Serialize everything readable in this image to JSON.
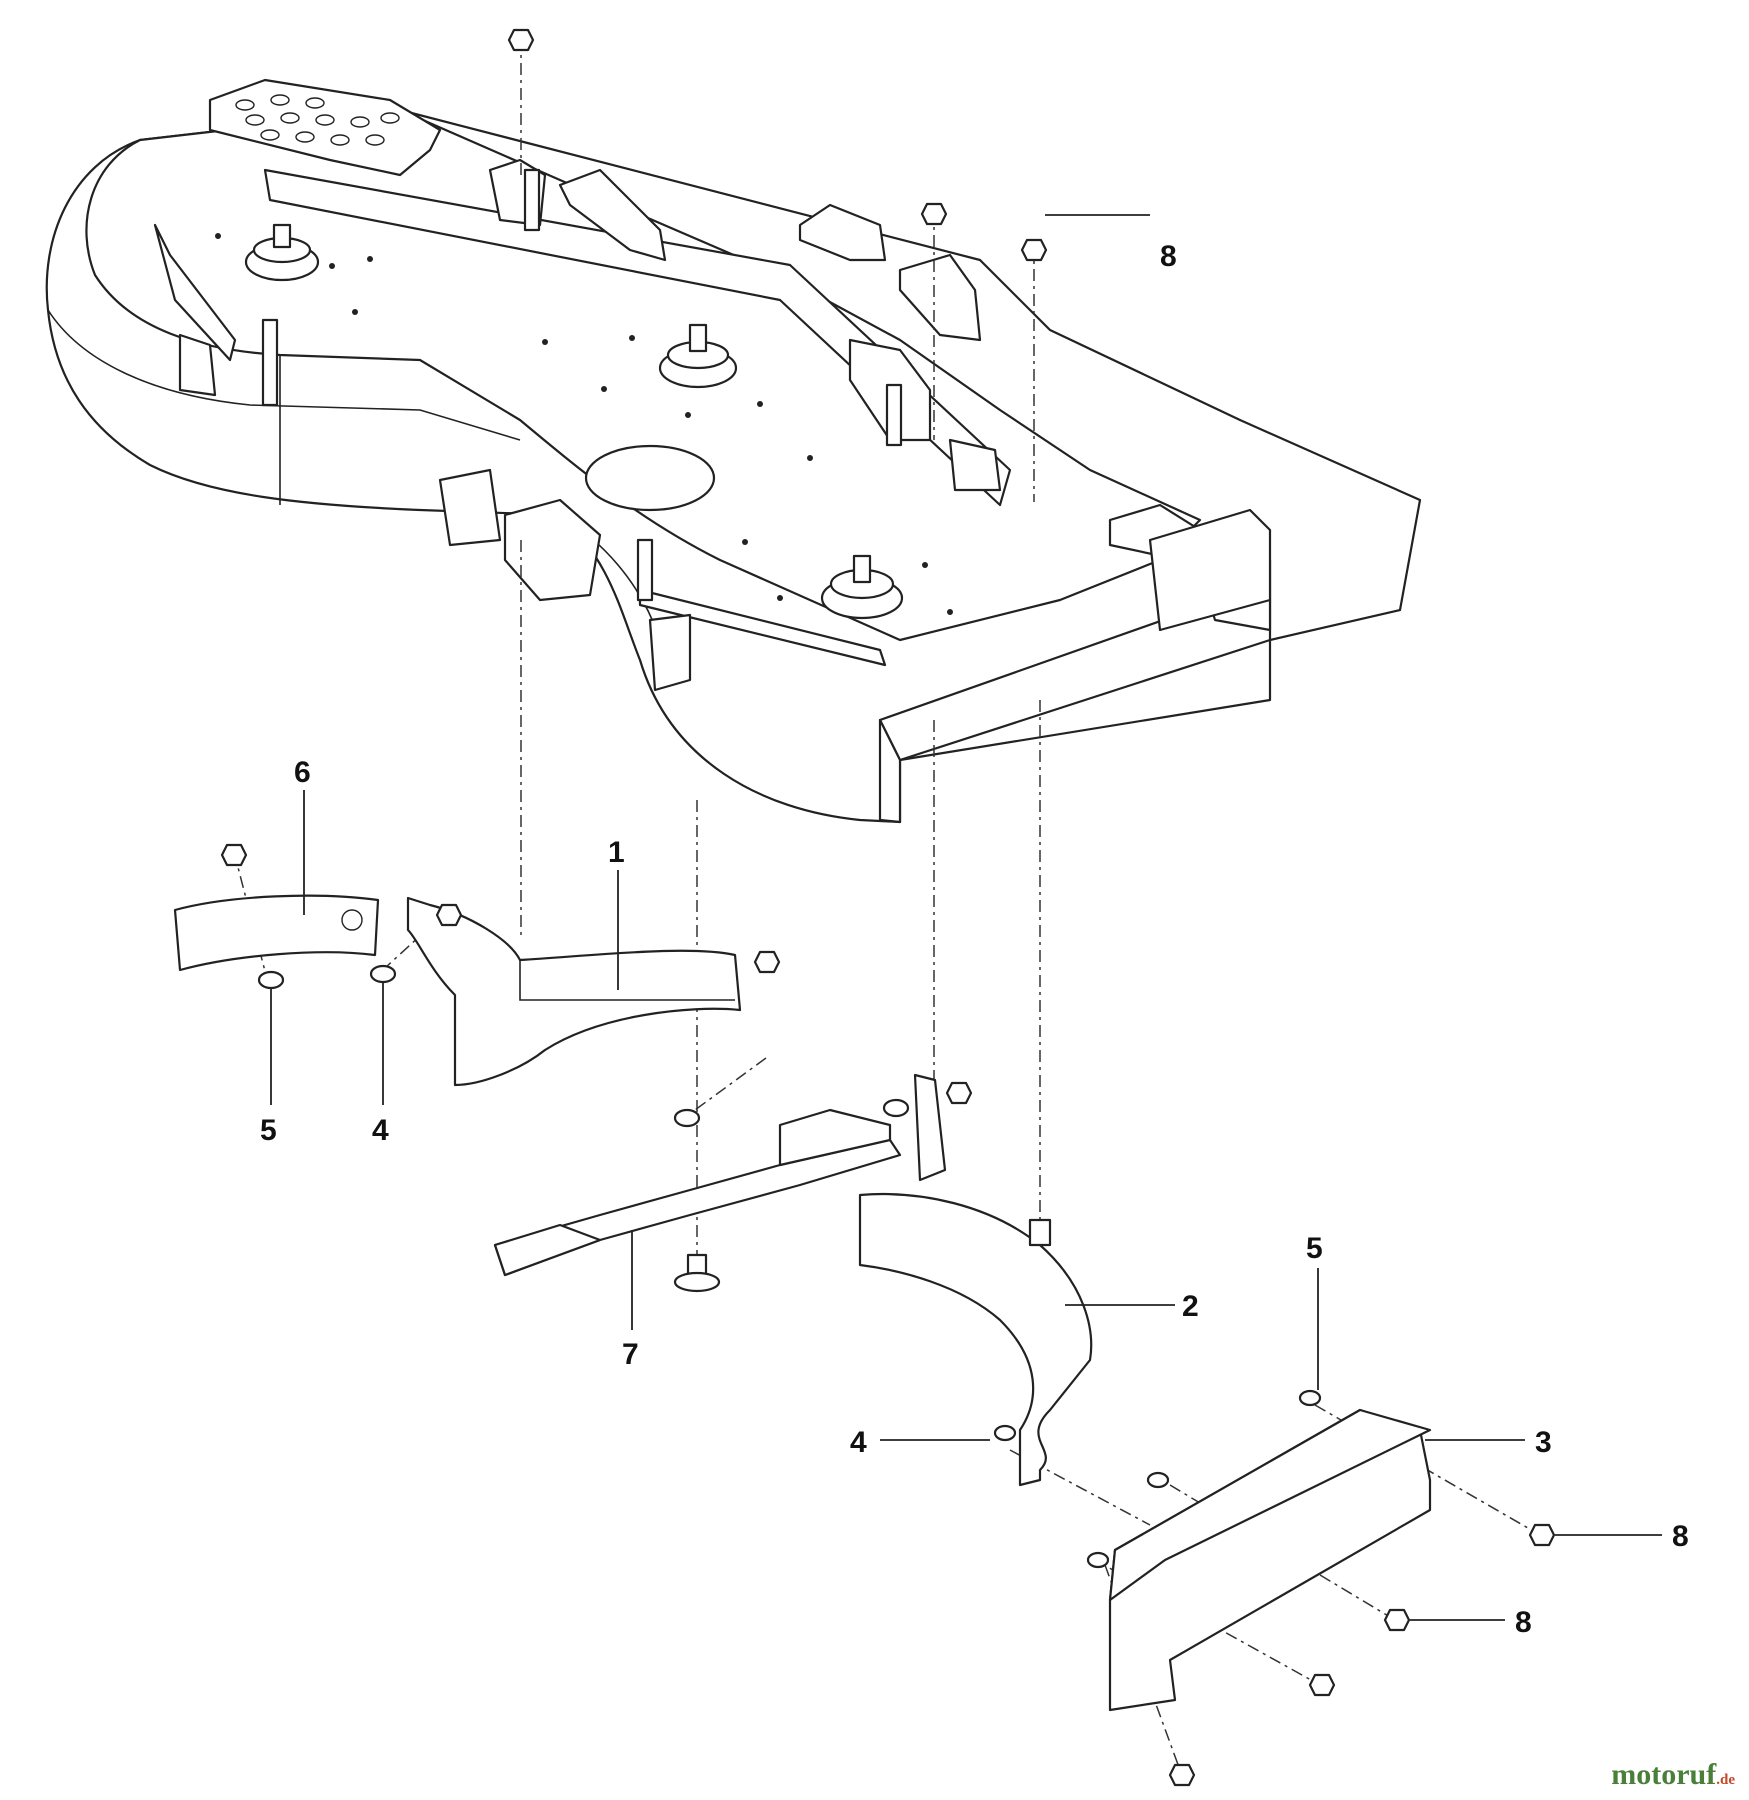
{
  "callouts": [
    {
      "id": "c1",
      "label": "1"
    },
    {
      "id": "c2",
      "label": "2"
    },
    {
      "id": "c3",
      "label": "3"
    },
    {
      "id": "c4a",
      "label": "4"
    },
    {
      "id": "c4b",
      "label": "4"
    },
    {
      "id": "c5a",
      "label": "5"
    },
    {
      "id": "c5b",
      "label": "5"
    },
    {
      "id": "c6",
      "label": "6"
    },
    {
      "id": "c7",
      "label": "7"
    },
    {
      "id": "c8a",
      "label": "8"
    },
    {
      "id": "c8b",
      "label": "8"
    },
    {
      "id": "c8c",
      "label": "8"
    }
  ],
  "watermark": {
    "main": "motoruf",
    "tld": ".de"
  },
  "colors": {
    "line": "#222222",
    "background": "#ffffff",
    "watermark_green": "#4a7f3a",
    "watermark_red": "#c04a2a"
  }
}
